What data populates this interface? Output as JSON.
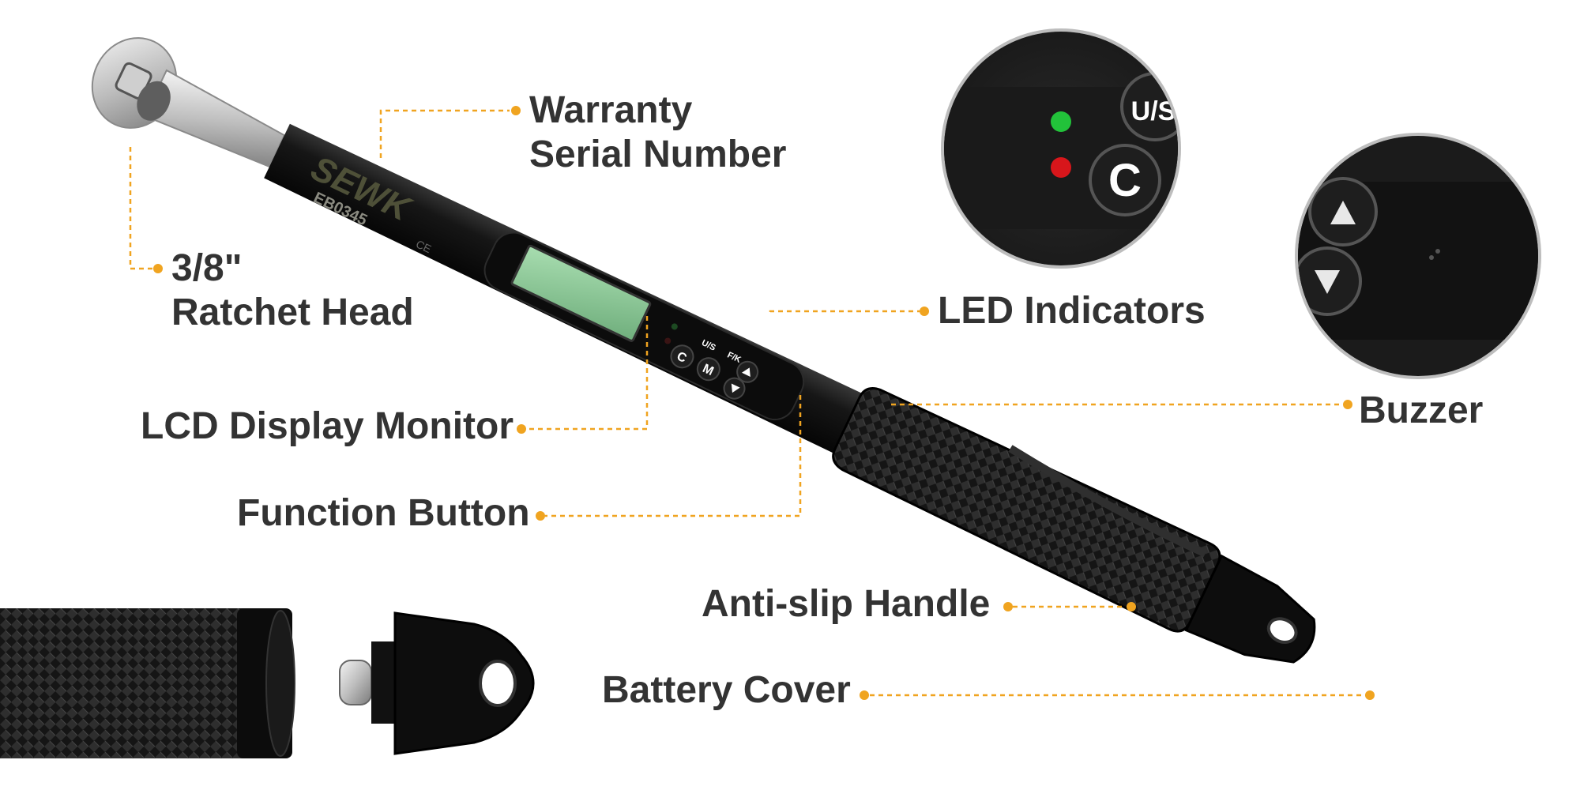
{
  "product": {
    "brand_logo": "SEWK",
    "model": "EB0345",
    "ce_mark": "CE",
    "lcd": {
      "text": ""
    },
    "buttons": {
      "us": "U/S",
      "fk": "F/K",
      "c": "C",
      "m": "M",
      "up_icon": "triangle-up-icon",
      "down_icon": "triangle-down-icon"
    }
  },
  "callouts": {
    "warranty_line1": "Warranty",
    "warranty_line2": "Serial Number",
    "ratchet_line1": "3/8\"",
    "ratchet_line2": "Ratchet Head",
    "led": "LED Indicators",
    "buzzer": "Buzzer",
    "lcd": "LCD Display Monitor",
    "function": "Function Button",
    "handle": "Anti-slip Handle",
    "battery": "Battery Cover"
  },
  "insets": {
    "led": {
      "us": "U/S",
      "c": "C",
      "green": "#22c23a",
      "red": "#d8161b"
    }
  },
  "colors": {
    "accent": "#f0a420",
    "label_text": "#333333",
    "body": "#111111",
    "lcd": "#8fcf9a",
    "background": "#ffffff"
  }
}
